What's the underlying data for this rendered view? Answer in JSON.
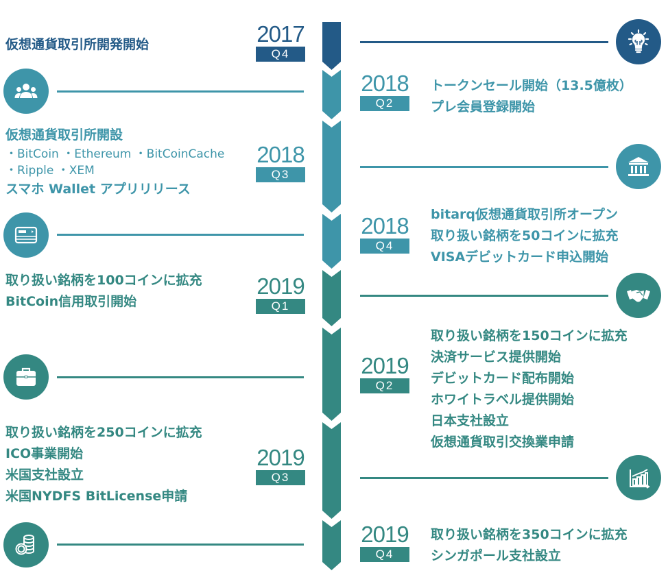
{
  "colors": {
    "navy": "#235a87",
    "blue": "#3e95a9",
    "teal": "#348882"
  },
  "milestones": [
    {
      "year": "2017",
      "quarter": "Q4",
      "side": "left",
      "lines": [
        "仮想通貨取引所開発開始"
      ],
      "icon": "lightbulb-icon"
    },
    {
      "year": "2018",
      "quarter": "Q2",
      "side": "right",
      "lines": [
        "トークンセール開始（13.5億枚）",
        "プレ会員登録開始"
      ],
      "icon": "users-icon"
    },
    {
      "year": "2018",
      "quarter": "Q3",
      "side": "left",
      "title": "仮想通貨取引所開設",
      "coins_row1": "・BitCoin ・Ethereum ・BitCoinCache",
      "coins_row2": "・Ripple ・XEM",
      "lines": [
        "スマホ Wallet アプリリリース"
      ],
      "icon": "bank-icon"
    },
    {
      "year": "2018",
      "quarter": "Q4",
      "side": "right",
      "lines": [
        "bitarq仮想通貨取引所オープン",
        "取り扱い銘柄を50コインに拡充",
        "VISAデビットカード申込開始"
      ],
      "icon": "credit-card-icon"
    },
    {
      "year": "2019",
      "quarter": "Q1",
      "side": "left",
      "lines": [
        "取り扱い銘柄を100コインに拡充",
        "BitCoin信用取引開始"
      ],
      "icon": "handshake-icon"
    },
    {
      "year": "2019",
      "quarter": "Q2",
      "side": "right",
      "lines": [
        "取り扱い銘柄を150コインに拡充",
        "決済サービス提供開始",
        "デビットカード配布開始",
        "ホワイトラベル提供開始",
        "日本支社設立",
        "仮想通貨取引交換業申請"
      ],
      "icon": "briefcase-icon"
    },
    {
      "year": "2019",
      "quarter": "Q3",
      "side": "left",
      "lines": [
        "取り扱い銘柄を250コインに拡充",
        "ICO事業開始",
        "米国支社設立",
        "米国NYDFS BitLicense申請"
      ],
      "icon": "growth-chart-icon"
    },
    {
      "year": "2019",
      "quarter": "Q4",
      "side": "right",
      "lines": [
        "取り扱い銘柄を350コインに拡充",
        "シンガポール支社設立"
      ],
      "icon": "coins-icon"
    }
  ]
}
